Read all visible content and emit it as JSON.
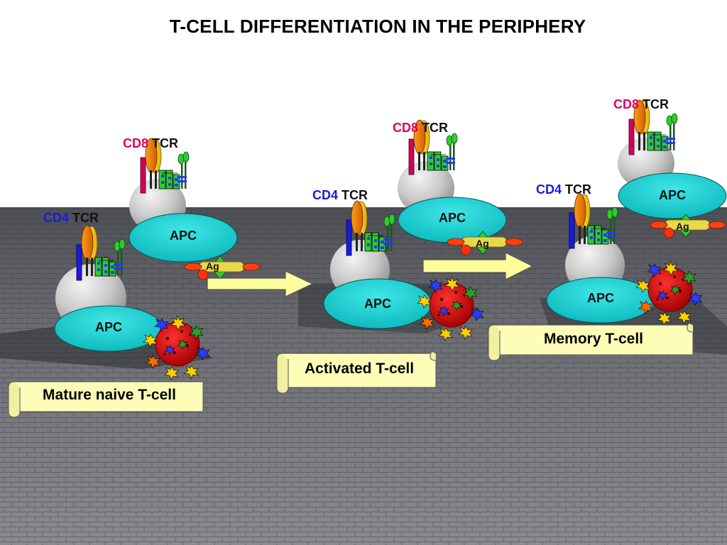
{
  "title": "T-CELL DIFFERENTIATION IN THE PERIPHERY",
  "labels": {
    "cd4": "CD4",
    "cd8": "CD8",
    "tcr": "TCR",
    "apc": "APC",
    "ag": "Ag"
  },
  "stages": [
    {
      "name": "Mature naive T-cell"
    },
    {
      "name": "Activated T-cell"
    },
    {
      "name": "Memory T-cell"
    }
  ],
  "colors": {
    "apc_fill": "#12d6d6",
    "cd4_text": "#1a1adc",
    "cd8_text": "#e0005a",
    "arrow_fill": "#fdfd9e",
    "scroll_fill": "#fdfdb8",
    "infected_cell": "#cc0000"
  }
}
